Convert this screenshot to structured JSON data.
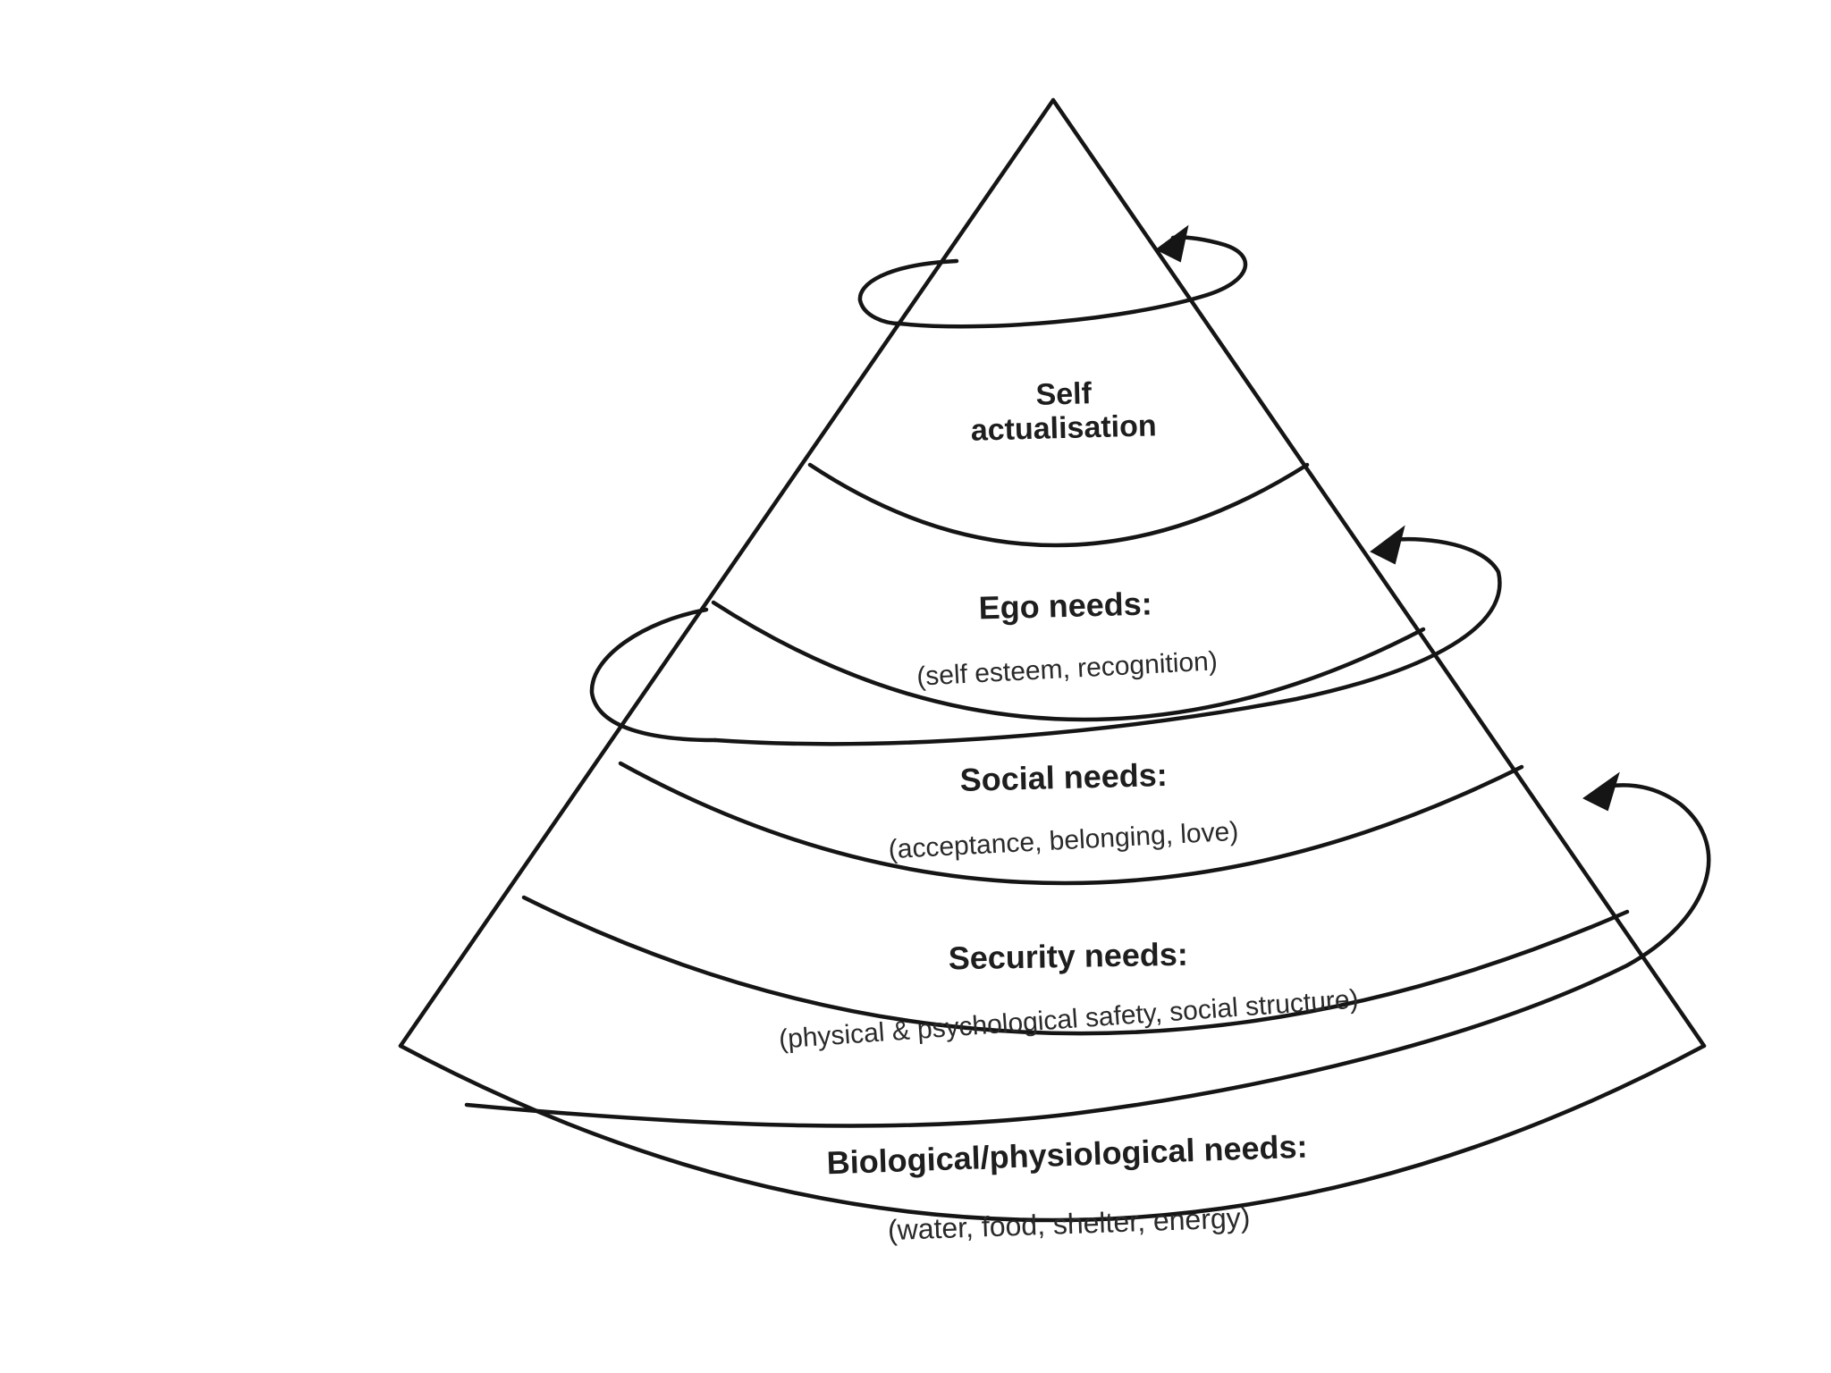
{
  "diagram": {
    "levels": [
      {
        "id": "self-actualisation",
        "title_line1": "Self",
        "title_line2": "actualisation",
        "detail": ""
      },
      {
        "id": "ego",
        "title": "Ego needs:",
        "detail": "(self esteem, recognition)"
      },
      {
        "id": "social",
        "title": "Social needs:",
        "detail": "(acceptance, belonging, love)"
      },
      {
        "id": "security",
        "title": "Security needs:",
        "detail": "(physical & psychological safety, social structure)"
      },
      {
        "id": "biological",
        "title": "Biological/physiological needs:",
        "detail": "(water, food, shelter, energy)"
      }
    ],
    "colors": {
      "ink": "#151515",
      "background": "#ffffff"
    }
  }
}
